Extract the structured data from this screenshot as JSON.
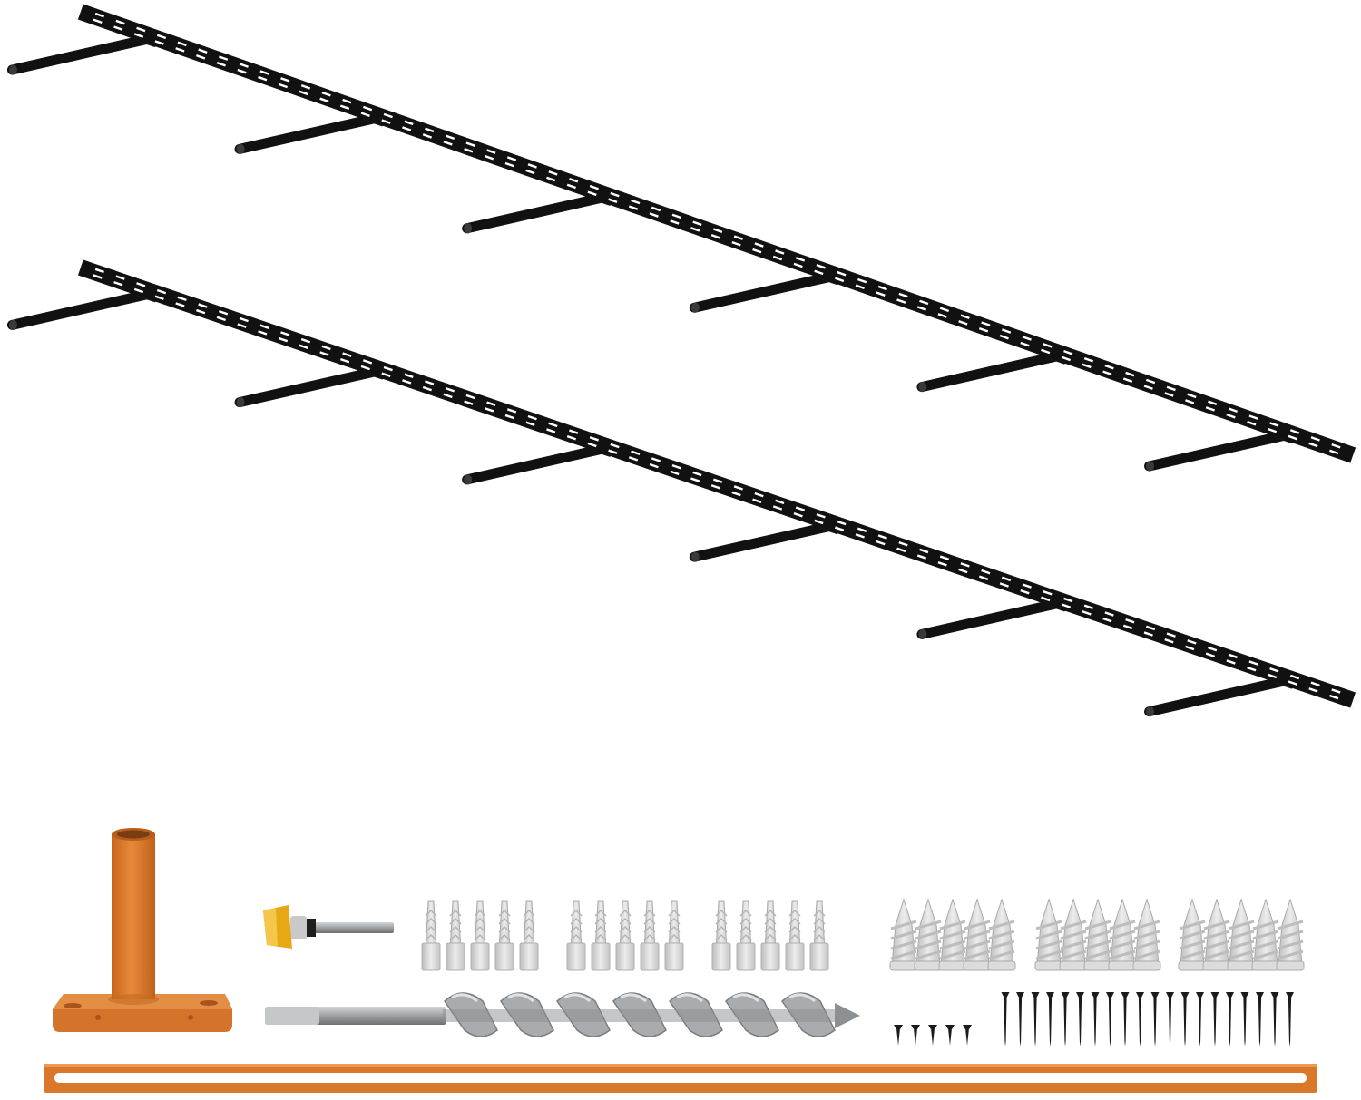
{
  "scene": {
    "brackets": [
      {
        "name": "bracket-upper",
        "rods": 6
      },
      {
        "name": "bracket-lower",
        "rods": 6
      }
    ],
    "accessories": {
      "wall_plug_small_count": 15,
      "wall_anchor_large_count": 15,
      "screw_long_count": 20,
      "screw_short_count": 5
    },
    "colors": {
      "bracket": "#111111",
      "drill_guide": "#d9782a",
      "wall_plug": "#d6d6d6",
      "auger_bit": "#a9acae",
      "router_bit_cutter": "#e8a814",
      "screw": "#1b1b1b"
    }
  }
}
